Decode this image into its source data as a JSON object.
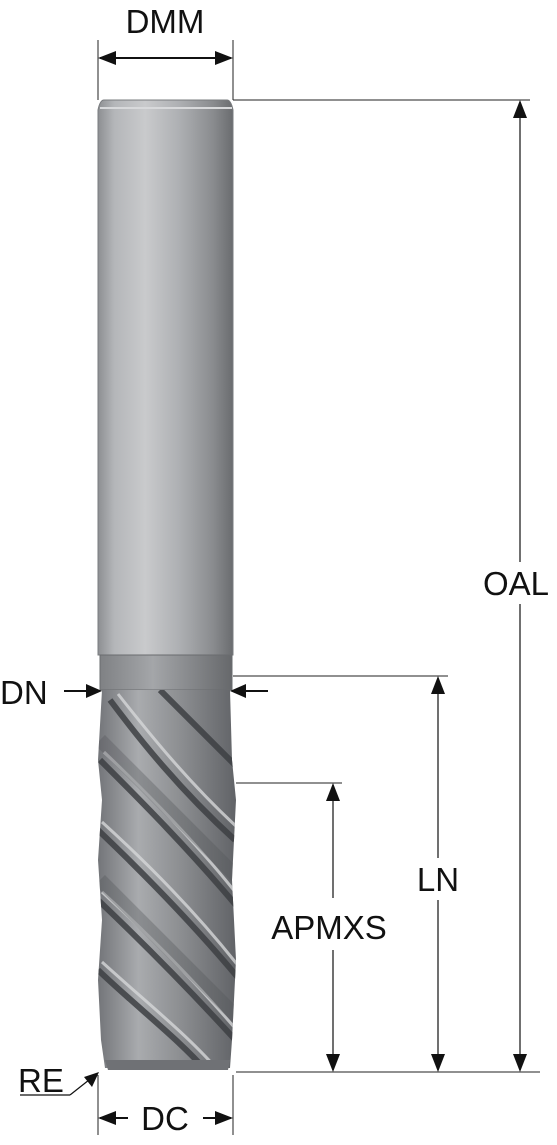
{
  "labels": {
    "dmm": "DMM",
    "oal": "OAL",
    "dn": "DN",
    "ln": "LN",
    "apmxs": "APMXS",
    "re": "RE",
    "dc": "DC"
  },
  "colors": {
    "shank_light": "#c9cacc",
    "shank_mid": "#9c9ea1",
    "shank_dark": "#6c6e71",
    "flute_dark": "#4a4c50",
    "line": "#111111"
  },
  "icons": {
    "tool": "end-mill-illustration"
  }
}
